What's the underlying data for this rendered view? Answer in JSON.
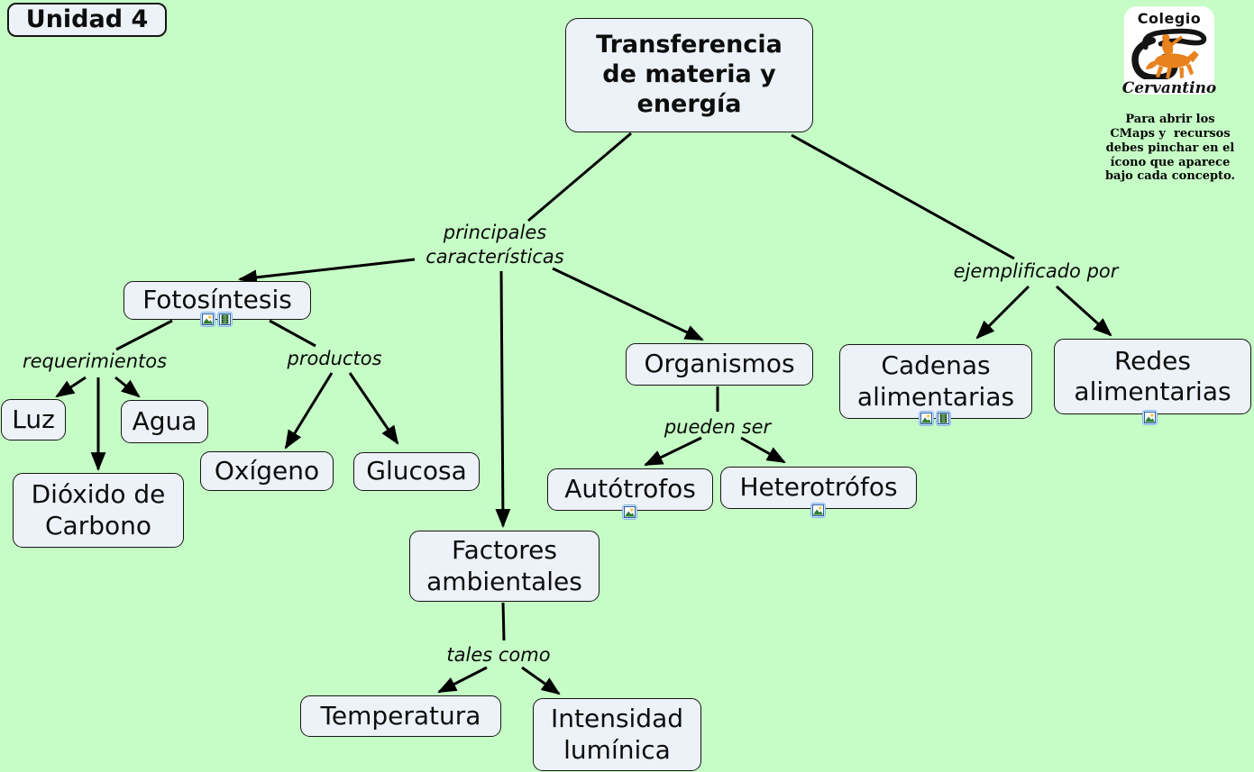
{
  "title_box": {
    "label": "Unidad 4"
  },
  "root_concept": "Transferencia de materia y energía",
  "concepts": {
    "fotosintesis": "Fotosíntesis",
    "luz": "Luz",
    "agua": "Agua",
    "dioxido": "Dióxido de Carbono",
    "oxigeno": "Oxígeno",
    "glucosa": "Glucosa",
    "organismos": "Organismos",
    "autotrofos": "Autótrofos",
    "heterotrofos": "Heterotrófos",
    "cadenas": "Cadenas alimentarias",
    "redes": "Redes alimentarias",
    "factores": "Factores ambientales",
    "temperatura": "Temperatura",
    "intensidad": "Intensidad lumínica"
  },
  "link_labels": {
    "principales": "principales características",
    "ejemplificado": "ejemplificado por",
    "requerimientos": "requerimientos",
    "productos": "productos",
    "pueden_ser": "pueden ser",
    "tales_como": "tales como"
  },
  "edges": [
    {
      "from": "Transferencia de materia y energía",
      "label": "principales características",
      "to": [
        "Fotosíntesis",
        "Factores ambientales",
        "Organismos"
      ]
    },
    {
      "from": "Transferencia de materia y energía",
      "label": "ejemplificado por",
      "to": [
        "Cadenas alimentarias",
        "Redes alimentarias"
      ]
    },
    {
      "from": "Fotosíntesis",
      "label": "requerimientos",
      "to": [
        "Luz",
        "Dióxido de Carbono",
        "Agua"
      ]
    },
    {
      "from": "Fotosíntesis",
      "label": "productos",
      "to": [
        "Oxígeno",
        "Glucosa"
      ]
    },
    {
      "from": "Organismos",
      "label": "pueden ser",
      "to": [
        "Autótrofos",
        "Heterotrófos"
      ]
    },
    {
      "from": "Factores ambientales",
      "label": "tales como",
      "to": [
        "Temperatura",
        "Intensidad lumínica"
      ]
    }
  ],
  "logo": {
    "line1": "Colegio",
    "line2": "Cervantino"
  },
  "instructions": {
    "line1": "Para abrir los",
    "line2": "CMaps y  recursos",
    "line3": "debes pinchar en el",
    "line4": "ícono que aparece",
    "line5": "bajo cada concepto."
  },
  "icons": {
    "image": "image-resource-icon",
    "video": "video-resource-icon"
  },
  "colors": {
    "background": "#c6fdc6",
    "node_fill": "#edf2f8",
    "node_border": "#161616",
    "line": "#000000",
    "icon_frame_blue": "#2b5fa3",
    "icon_halo_blue": "#cfe6fa",
    "logo_orange": "#e8821e"
  }
}
